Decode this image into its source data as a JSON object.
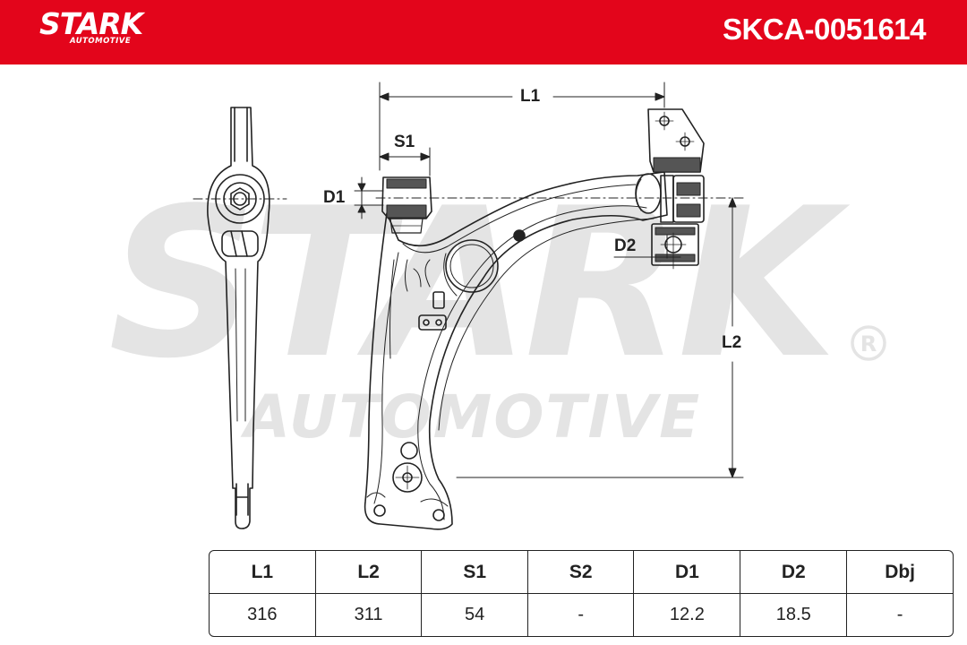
{
  "header": {
    "brand": "STARK",
    "brand_sub": "AUTOMOTIVE",
    "part_number": "SKCA-0051614",
    "color": "#e3051b"
  },
  "watermark": {
    "brand": "STARK",
    "brand_sub": "AUTOMOTIVE",
    "color": "#e2e2e2"
  },
  "drawing": {
    "dimensions": {
      "l1": "L1",
      "l2": "L2",
      "s1": "S1",
      "d1": "D1",
      "d2": "D2"
    }
  },
  "specs": {
    "headers": [
      "L1",
      "L2",
      "S1",
      "S2",
      "D1",
      "D2",
      "Dbj"
    ],
    "values": [
      "316",
      "311",
      "54",
      "-",
      "12.2",
      "18.5",
      "-"
    ]
  }
}
